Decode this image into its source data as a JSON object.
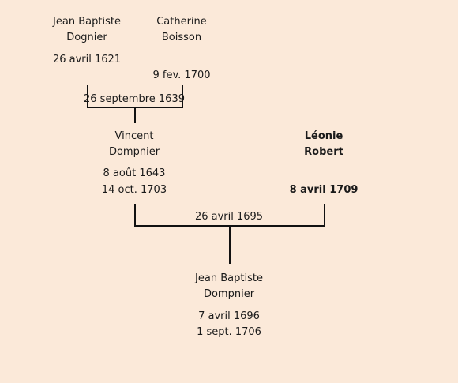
{
  "persons": {
    "jean_baptiste_dognier": {
      "line1": "Jean Baptiste",
      "line2": "Dognier",
      "birth": "26 avril 1621"
    },
    "catherine_boisson": {
      "line1": "Catherine",
      "line2": "Boisson",
      "death": "9 fev. 1700"
    },
    "vincent_dompnier": {
      "line1": "Vincent",
      "line2": "Dompnier",
      "birth": "8 août 1643",
      "death": "14 oct. 1703"
    },
    "leonie_robert": {
      "line1": "Léonie",
      "line2": "Robert",
      "date": "8 avril 1709"
    },
    "jean_baptiste_dompnier": {
      "line1": "Jean Baptiste",
      "line2": "Dompnier",
      "birth": "7 avril 1696",
      "death": "1 sept. 1706"
    }
  },
  "marriages": {
    "first": "26 septembre 1639",
    "second": "26 avril 1695"
  }
}
